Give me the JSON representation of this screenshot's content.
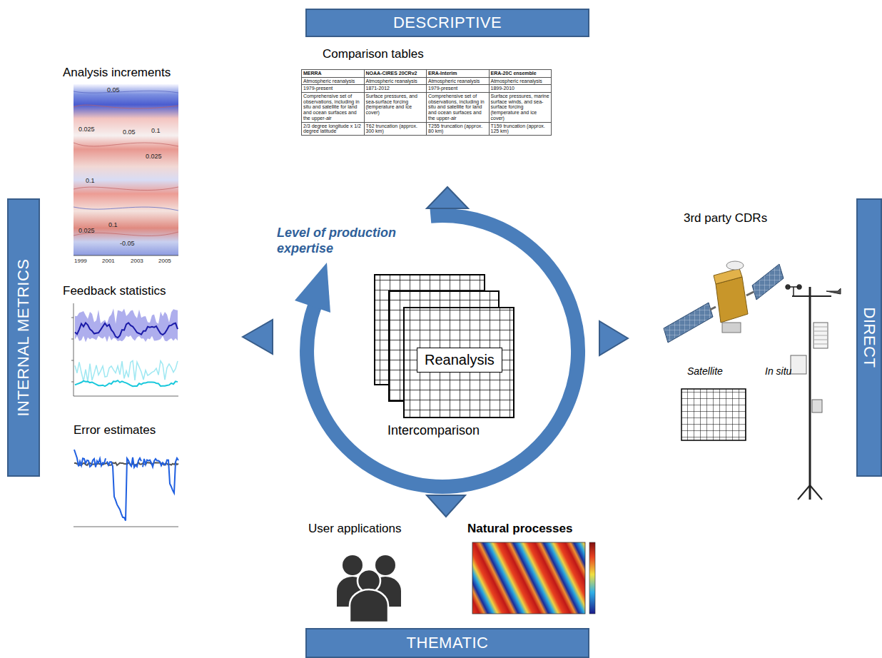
{
  "diagram": {
    "nodes": [
      {
        "text": [
          "DESCRIPTIVE"
        ]
      },
      {
        "text": [
          "INTERNAL METRICS"
        ]
      },
      {
        "text": [
          "Reanalysis"
        ]
      },
      {
        "text": [
          "DIRECT"
        ]
      },
      {
        "text": [
          "THEMATIC"
        ]
      }
    ],
    "labels": [
      "Comparison tables",
      "MERRA",
      "NOAA-CIRES 20CRv2",
      "ERA-Interim",
      "ERA-20C ensemble",
      "Atmospheric reanalysis",
      "Atmospheric reanalysis",
      "Atmospheric reanalysis",
      "Atmospheric reanalysis",
      "1979-present",
      "1871-2012",
      "1979-present",
      "1899-2010",
      "Comprehensive set of observations, including in situ and satellite for land and ocean surfaces and the upper-air",
      "Surface pressures, and sea-surface forcing (temperature and ice cover)",
      "Comprehensive set of observations, including in situ and satellite for land and ocean surfaces and the upper-air",
      "Surface pressures, marine surface winds, and sea-surface forcing (temperature and ice cover)",
      "2/3 degree longitude x 1/2 degree latitude",
      "T62 truncation (approx. 300 km)",
      "T255 truncation (approx. 80 km)",
      "T159 truncation (approx. 125 km)",
      "Analysis increments",
      "0.05",
      "0.025",
      "0.05",
      "0.1",
      "0.025",
      "0.1",
      "0.025",
      "0.1",
      "-0.05",
      "1999",
      "2001",
      "2003",
      "2005",
      "Feedback statistics",
      "Error estimates",
      "Level of production expertise",
      "Intercomparison",
      "3rd party CDRs",
      "Satellite",
      "In situ",
      "User applications",
      "Natural processes"
    ]
  }
}
